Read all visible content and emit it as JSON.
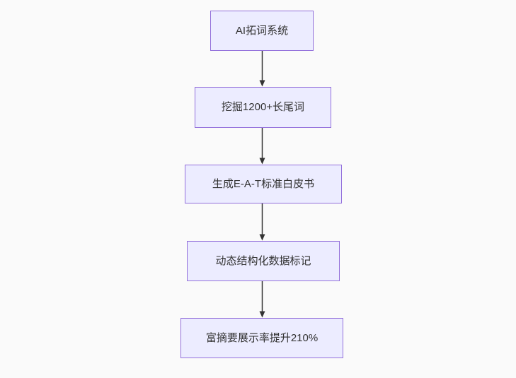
{
  "diagram": {
    "type": "flowchart-vertical",
    "colors": {
      "background": "#fafafa",
      "node_fill": "#ECECFF",
      "node_border": "#9370DB",
      "arrow": "#333333",
      "text": "#333333"
    },
    "nodes": [
      {
        "id": "n1",
        "label": "AI拓词系统"
      },
      {
        "id": "n2",
        "label": "挖掘1200+长尾词"
      },
      {
        "id": "n3",
        "label": "生成E-A-T标准白皮书"
      },
      {
        "id": "n4",
        "label": "动态结构化数据标记"
      },
      {
        "id": "n5",
        "label": "富摘要展示率提升210%"
      }
    ],
    "edges": [
      {
        "from": "n1",
        "to": "n2"
      },
      {
        "from": "n2",
        "to": "n3"
      },
      {
        "from": "n3",
        "to": "n4"
      },
      {
        "from": "n4",
        "to": "n5"
      }
    ]
  }
}
